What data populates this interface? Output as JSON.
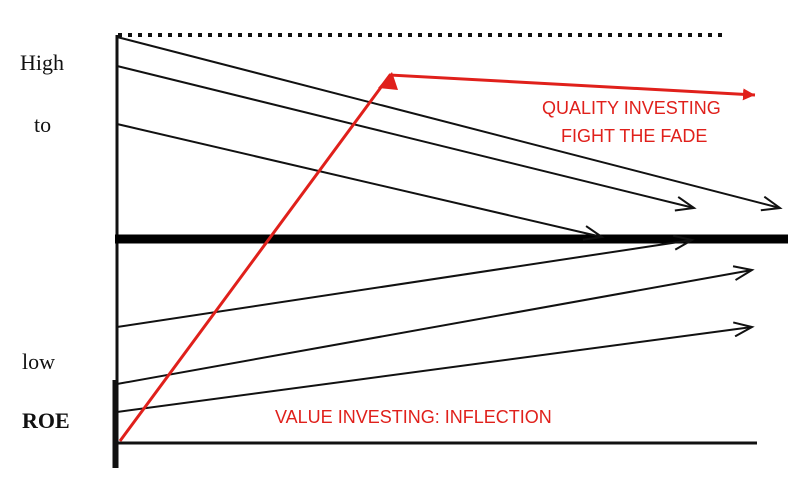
{
  "y_axis_labels": {
    "high": "High",
    "to": "to",
    "low": "low",
    "metric": "ROE"
  },
  "annotations": {
    "quality_line1": "QUALITY INVESTING",
    "quality_line2": "FIGHT THE FADE",
    "value": "VALUE INVESTING: INFLECTION"
  },
  "colors": {
    "lines": "#111111",
    "highlight": "#e0201b",
    "background": "#ffffff"
  },
  "elements": {
    "fade_arrows_from_high": 3,
    "fade_arrows_from_low": 3,
    "mean_line": "thick horizontal line (mean ROE)",
    "top_boundary": "dotted line",
    "highlight_path": "red arrow rising from low ROE then sustaining high ROE"
  }
}
